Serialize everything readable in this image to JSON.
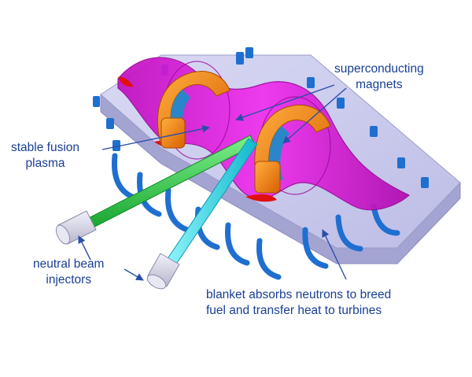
{
  "colors": {
    "blanket_top": "#c8c8ec",
    "blanket_side": "#a9a9d4",
    "plasma": "#e010d8",
    "plasma_dark": "#a80aa8",
    "magnet": "#f07a10",
    "magnet_inner": "#2a86c8",
    "coil_blue": "#1f6fd0",
    "beam_green": "#22c93a",
    "beam_cyan": "#25d6e3",
    "injector": "#d4d4e6",
    "label_text": "#1a3f96",
    "arrow": "#2a4fa8"
  },
  "icons": [
    "arrow-icon"
  ],
  "labels": {
    "magnets": {
      "line1": "superconducting",
      "line2": "magnets"
    },
    "plasma": {
      "line1": "stable fusion",
      "line2": "plasma"
    },
    "injectors": {
      "line1": "neutral beam",
      "line2": "injectors"
    },
    "blanket": {
      "line1": "blanket absorbs neutrons to breed",
      "line2": "fuel and transfer heat to turbines"
    }
  }
}
